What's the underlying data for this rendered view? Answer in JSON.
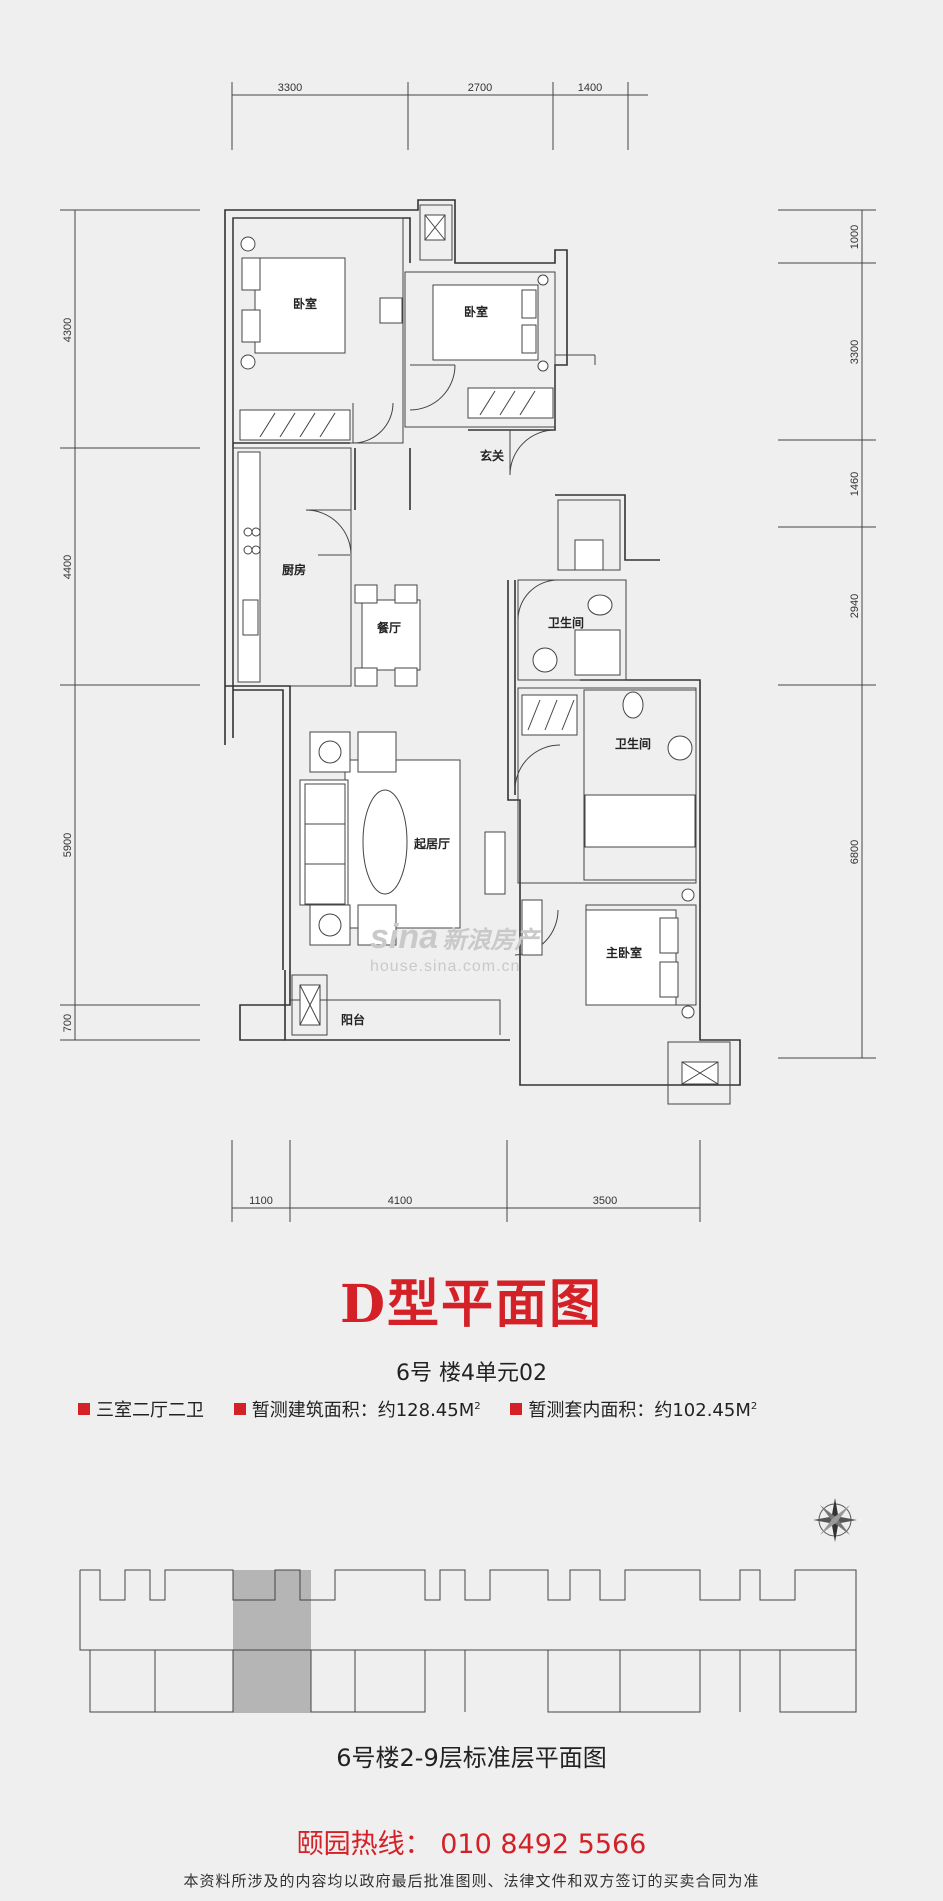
{
  "dimensions": {
    "top": [
      "3300",
      "2700",
      "1400"
    ],
    "bottom": [
      "1100",
      "4100",
      "3500"
    ],
    "left": [
      "4300",
      "4400",
      "5900",
      "700"
    ],
    "right": [
      "1000",
      "3300",
      "1460",
      "2940",
      "6800"
    ]
  },
  "rooms": {
    "bedroom_nw": "卧室",
    "bedroom_n": "卧室",
    "entrance": "玄关",
    "kitchen": "厨房",
    "dining": "餐厅",
    "bath_upper": "卫生间",
    "bath_lower": "卫生间",
    "living": "起居厅",
    "master_bedroom": "主卧室",
    "balcony": "阳台"
  },
  "watermark": {
    "brand": "sina",
    "brand_cn": "新浪房产",
    "domain": "house.sina.com.cn"
  },
  "title": "D型平面图",
  "unit": "6号 楼4单元02",
  "specs": {
    "layout": "三室二厅二卫",
    "build_area_label": "暂测建筑面积：",
    "build_area_value": "约128.45M",
    "inner_area_label": "暂测套内面积：",
    "inner_area_value": "约102.45M",
    "sup": "2"
  },
  "floor_plan_title": "6号楼2-9层标准层平面图",
  "hotline": "颐园热线：  010 8492 5566",
  "disclaimer": "本资料所涉及的内容均以政府最后批准图则、法律文件和双方签订的买卖合同为准",
  "colors": {
    "accent": "#d42027",
    "highlight_unit": "#b5b5b5"
  },
  "icons": [
    "compass-icon"
  ]
}
